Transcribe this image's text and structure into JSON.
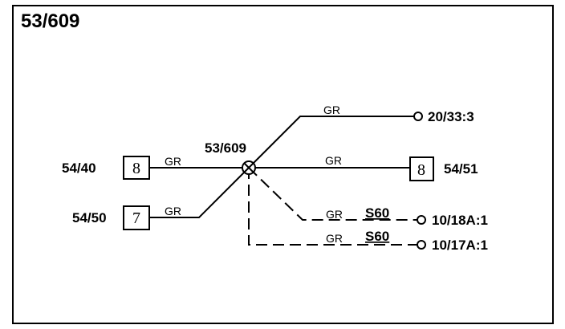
{
  "title": "53/609",
  "splice": {
    "label": "53/609"
  },
  "wire_color": "GR",
  "left_connectors": [
    {
      "label": "54/40",
      "pin": "8"
    },
    {
      "label": "54/50",
      "pin": "7"
    }
  ],
  "right_connector": {
    "label": "54/51",
    "pin": "8"
  },
  "terminals": [
    {
      "label": "20/33:3"
    },
    {
      "label": "10/18A:1",
      "option": "S60"
    },
    {
      "label": "10/17A:1",
      "option": "S60"
    }
  ],
  "wires": [
    {
      "color": "GR",
      "to": "54/40",
      "style": "solid"
    },
    {
      "color": "GR",
      "to": "54/50",
      "style": "solid"
    },
    {
      "color": "GR",
      "to": "20/33:3",
      "style": "solid"
    },
    {
      "color": "GR",
      "to": "54/51",
      "style": "solid"
    },
    {
      "color": "GR",
      "to": "10/18A:1",
      "style": "dashed",
      "option": "S60"
    },
    {
      "color": "GR",
      "to": "10/17A:1",
      "style": "dashed",
      "option": "S60"
    }
  ]
}
